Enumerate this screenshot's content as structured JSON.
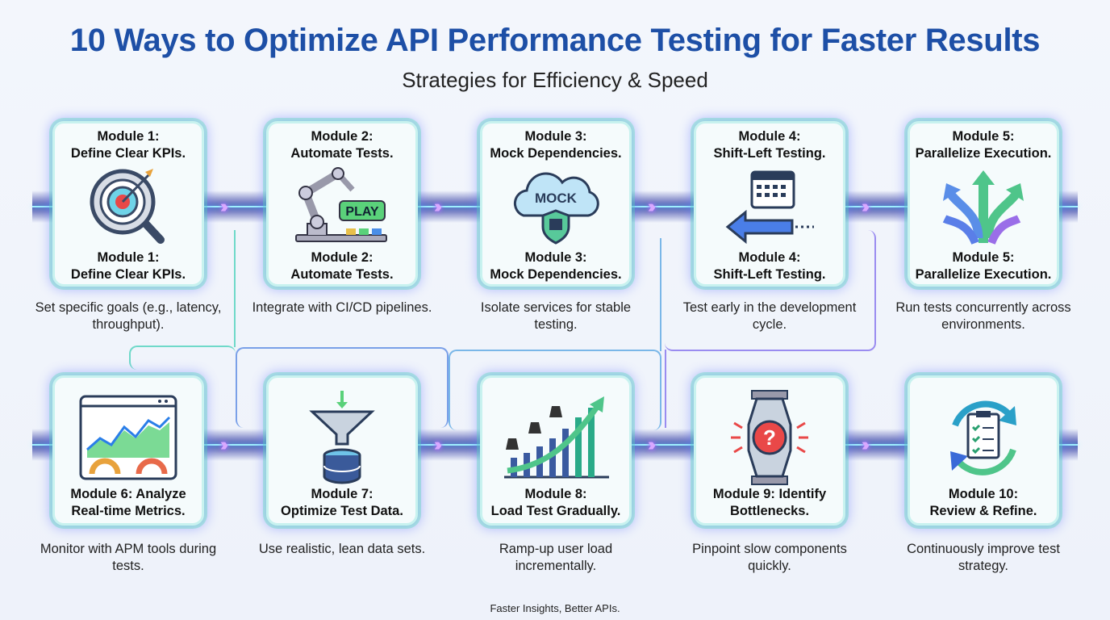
{
  "title": "10 Ways to Optimize API Performance Testing for Faster Results",
  "subtitle": "Strategies for Efficiency & Speed",
  "footer": "Faster Insights, Better APIs.",
  "colors": {
    "title": "#1d4fa6",
    "glow_green": "#5de0b0",
    "glow_blue": "#6a78ff",
    "glow_purple": "#b26bff"
  },
  "modules": [
    {
      "title": "Module 1:\nDefine Clear KPIs.",
      "desc": "Set specific goals (e.g., latency, throughput).",
      "icon": "target-magnifier-icon"
    },
    {
      "title": "Module 2:\nAutomate Tests.",
      "desc": "Integrate with CI/CD pipelines.",
      "icon": "robot-arm-play-icon",
      "icon_text": "PLAY"
    },
    {
      "title": "Module 3:\nMock Dependencies.",
      "desc": "Isolate services for stable testing.",
      "icon": "mock-cloud-shield-icon",
      "icon_text": "MOCK"
    },
    {
      "title": "Module 4:\nShift-Left Testing.",
      "desc": "Test early in the development cycle.",
      "icon": "calendar-left-arrow-icon"
    },
    {
      "title": "Module 5:\nParallelize Execution.",
      "desc": "Run tests concurrently across environments.",
      "icon": "split-arrows-icon"
    },
    {
      "title": "Module 6: Analyze Real-time Metrics.",
      "desc": "Monitor with APM tools during tests.",
      "icon": "dashboard-gauges-icon"
    },
    {
      "title": "Module 7:\nOptimize Test Data.",
      "desc": "Use realistic, lean data sets.",
      "icon": "funnel-database-icon"
    },
    {
      "title": "Module 8:\nLoad Test Gradually.",
      "desc": "Ramp-up user load incrementally.",
      "icon": "weights-rising-chart-icon"
    },
    {
      "title": "Module 9: Identify Bottlenecks.",
      "desc": "Pinpoint slow components quickly.",
      "icon": "pipe-question-icon"
    },
    {
      "title": "Module 10:\nReview & Refine.",
      "desc": "Continuously improve test strategy.",
      "icon": "cycle-clipboard-icon"
    }
  ]
}
